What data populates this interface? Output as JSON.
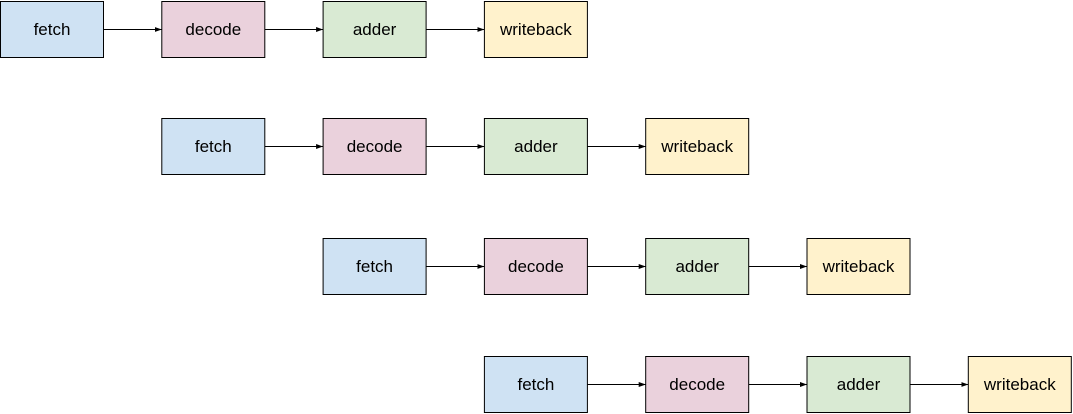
{
  "diagram": {
    "stages": [
      {
        "label": "fetch",
        "color": "#cfe2f3"
      },
      {
        "label": "decode",
        "color": "#ead1dc"
      },
      {
        "label": "adder",
        "color": "#d9ead3"
      },
      {
        "label": "writeback",
        "color": "#fff2cc"
      }
    ],
    "pipelines": [
      {
        "stages": [
          "fetch",
          "decode",
          "adder",
          "writeback"
        ]
      },
      {
        "stages": [
          "fetch",
          "decode",
          "adder",
          "writeback"
        ]
      },
      {
        "stages": [
          "fetch",
          "decode",
          "adder",
          "writeback"
        ]
      },
      {
        "stages": [
          "fetch",
          "decode",
          "adder",
          "writeback"
        ]
      }
    ],
    "border_color": "#000000",
    "arrow_color": "#000000"
  }
}
